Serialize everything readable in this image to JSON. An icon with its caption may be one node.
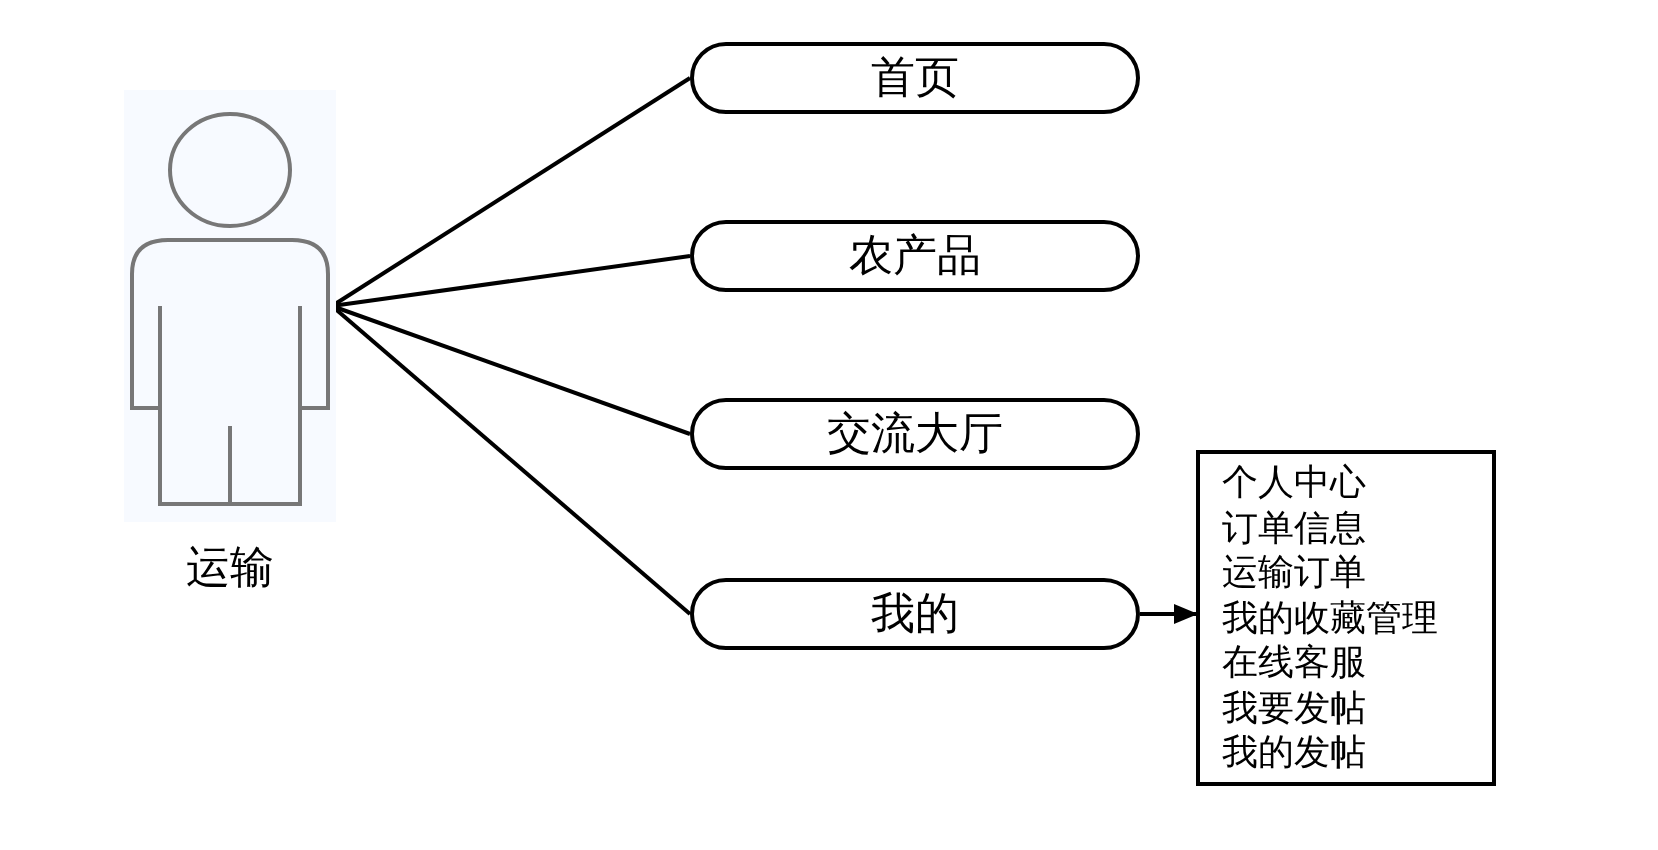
{
  "diagram": {
    "nodes": [
      {
        "text": [
          "运输"
        ]
      },
      {
        "text": [
          "首页"
        ]
      },
      {
        "text": [
          "农产品"
        ]
      },
      {
        "text": [
          "交流大厅"
        ]
      },
      {
        "text": [
          "我的"
        ]
      },
      {
        "text": [
          "个人中心",
          "订单信息",
          "运输订单",
          "我的收藏管理",
          "在线客服",
          "我要发帖",
          "我的发帖"
        ]
      }
    ],
    "edges": [
      {
        "from": 0,
        "to": 1,
        "arrow": "none"
      },
      {
        "from": 0,
        "to": 2,
        "arrow": "none"
      },
      {
        "from": 0,
        "to": 3,
        "arrow": "none"
      },
      {
        "from": 0,
        "to": 4,
        "arrow": "none"
      },
      {
        "from": 4,
        "to": 5,
        "arrow": "to"
      }
    ]
  }
}
